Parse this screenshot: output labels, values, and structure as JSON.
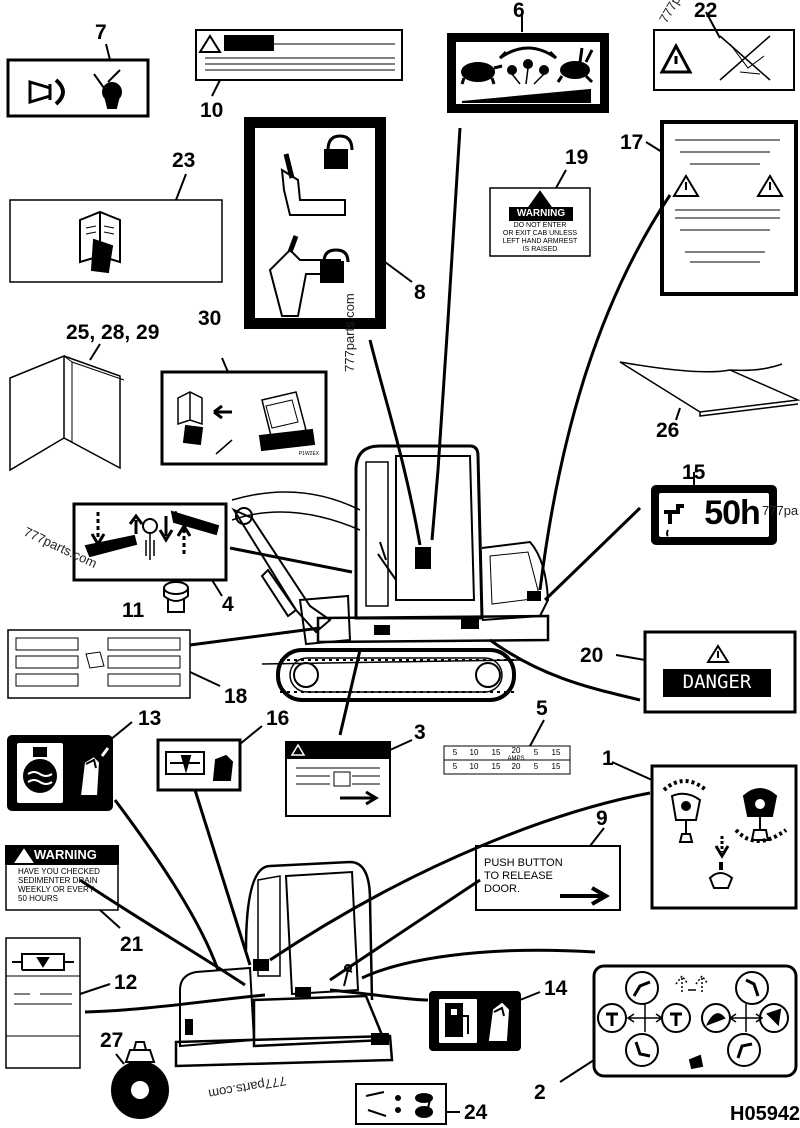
{
  "callouts": {
    "n1": "1",
    "n2": "2",
    "n3": "3",
    "n4": "4",
    "n5": "5",
    "n6": "6",
    "n7": "7",
    "n8": "8",
    "n9": "9",
    "n10": "10",
    "n11": "11",
    "n12": "12",
    "n13": "13",
    "n14": "14",
    "n15": "15",
    "n16": "16",
    "n17": "17",
    "n18": "18",
    "n19": "19",
    "n20": "20",
    "n21": "21",
    "n22": "22",
    "n23": "23",
    "n24": "24",
    "n25_28_29": "25, 28, 29",
    "n26": "26",
    "n27": "27",
    "n30": "30"
  },
  "decals": {
    "warning19": {
      "heading": "WARNING",
      "line1": "DO NOT ENTER",
      "line2": "OR EXIT CAB UNLESS",
      "line3": "LEFT HAND ARMREST",
      "line4": "IS RAISED"
    },
    "warning21": {
      "heading": "WARNING",
      "line1": "HAVE YOU CHECKED",
      "line2": "SEDIMENTER DRAIN",
      "line3": "WEEKLY OR EVERY",
      "line4": "50 HOURS"
    },
    "service15": {
      "text": "50h"
    },
    "danger20": {
      "text": "DANGER"
    },
    "door9": {
      "line1": "PUSH BUTTON",
      "line2": "TO RELEASE",
      "line3": "DOOR."
    },
    "fuse5": {
      "row1": [
        "5",
        "10",
        "15",
        "20",
        "5",
        "15"
      ],
      "unit": "AMPS",
      "row2": [
        "5",
        "10",
        "15",
        "20",
        "5",
        "15"
      ]
    },
    "small30": {
      "code": "P1W2EX"
    }
  },
  "drawing_code": "H05942",
  "watermark": "777parts.com",
  "watermark_short1": "777pa",
  "watermark_short2": "777pa"
}
